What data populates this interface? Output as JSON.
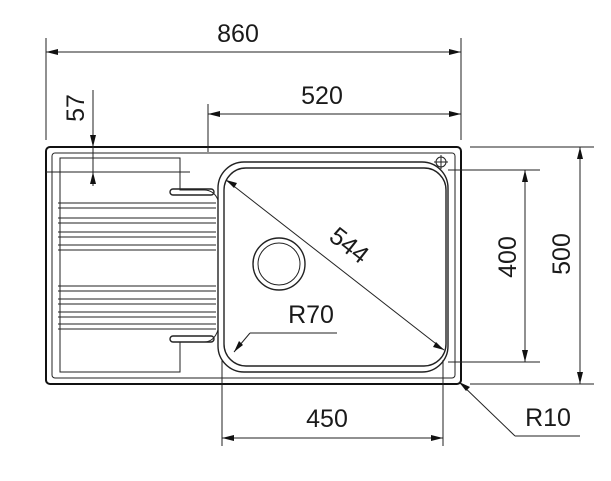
{
  "dimensions": {
    "overall_width": "860",
    "upper_width": "520",
    "drainer_offset": "57",
    "bowl_width": "450",
    "bowl_diagonal": "544",
    "bowl_depth": "400",
    "overall_depth": "500",
    "bowl_radius": "R70",
    "corner_radius": "R10"
  }
}
